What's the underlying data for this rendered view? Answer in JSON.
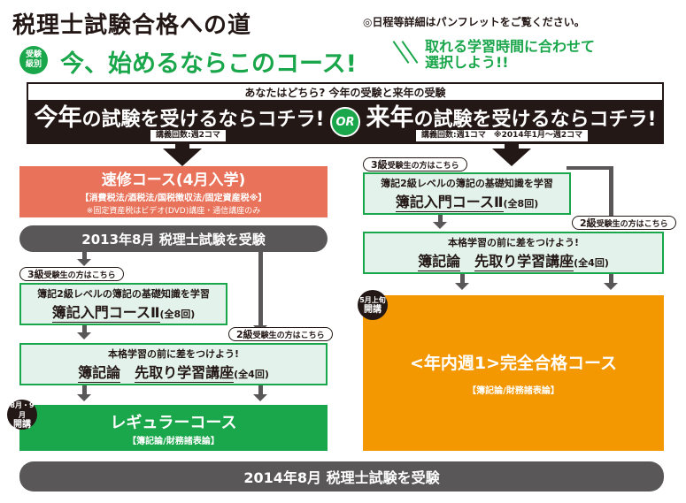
{
  "header": {
    "title": "税理士試験合格への道",
    "note": "◎日程等詳細はパンフレットをご覧ください。",
    "badge_line1": "受験",
    "badge_line2": "級別",
    "subtitle": "今、始めるならこのコース!",
    "callout_line1": "取れる学習時間に合わせて",
    "callout_line2": "選択しよう!!"
  },
  "banner": {
    "question": "あなたはどちら? 今年の受験と来年の受験",
    "left_accent": "今年",
    "left_rest": "の試験を受けるならコチラ!",
    "left_meta": "講義回数:週2コマ",
    "or": "OR",
    "right_accent": "来年",
    "right_rest": "の試験を受けるならコチラ!",
    "right_meta": "講義回数:週1コマ　※2014年1月～週2コマ"
  },
  "left": {
    "sokushu_title": "速修コース(4月入学)",
    "sokushu_sub": "【消費税法/酒税法/国税徴収法/固定資産税※】",
    "sokushu_note": "※固定資産税はビデオ(DVD)講座・通信講座のみ",
    "exam2013": "2013年8月  税理士試験を受験",
    "tag3_level": "3級",
    "tag3_rest": "受験生の方はこちら",
    "boki_line1": "簿記2級レベルの簿記の基礎知識を学習",
    "boki_line2": "簿記入門コースⅡ",
    "boki_count": "(全8回)",
    "tag2_level": "2級",
    "tag2_rest": "受験生の方はこちら",
    "saki_line1": "本格学習の前に差をつけよう!",
    "saki_line2a": "簿記論",
    "saki_line2b": "先取り学習講座",
    "saki_count": "(全4回)",
    "kaiko_top": "8月・9月",
    "kaiko_bottom": "開講",
    "regular_title": "レギュラーコース",
    "regular_sub": "【簿記論/財務諸表論】"
  },
  "right": {
    "tag3_level": "3級",
    "tag3_rest": "受験生の方はこちら",
    "boki_line1": "簿記2級レベルの簿記の基礎知識を学習",
    "boki_line2": "簿記入門コースⅡ",
    "boki_count": "(全8回)",
    "tag2_level": "2級",
    "tag2_rest": "受験生の方はこちら",
    "saki_line1": "本格学習の前に差をつけよう!",
    "saki_line2a": "簿記論",
    "saki_line2b": "先取り学習講座",
    "saki_count": "(全4回)",
    "kaiko_top": "5月上旬",
    "kaiko_bottom": "開講",
    "nennai_title": "<年内週1>完全合格コース",
    "nennai_sub": "【簿記論/財務諸表論】"
  },
  "footer": {
    "exam2014": "2014年8月  税理士試験を受験"
  },
  "colors": {
    "green": "#1aa64a",
    "black": "#231815",
    "salmon": "#e8735a",
    "grey": "#595757",
    "orange": "#f39800",
    "light_green": "#e3f2ea"
  }
}
